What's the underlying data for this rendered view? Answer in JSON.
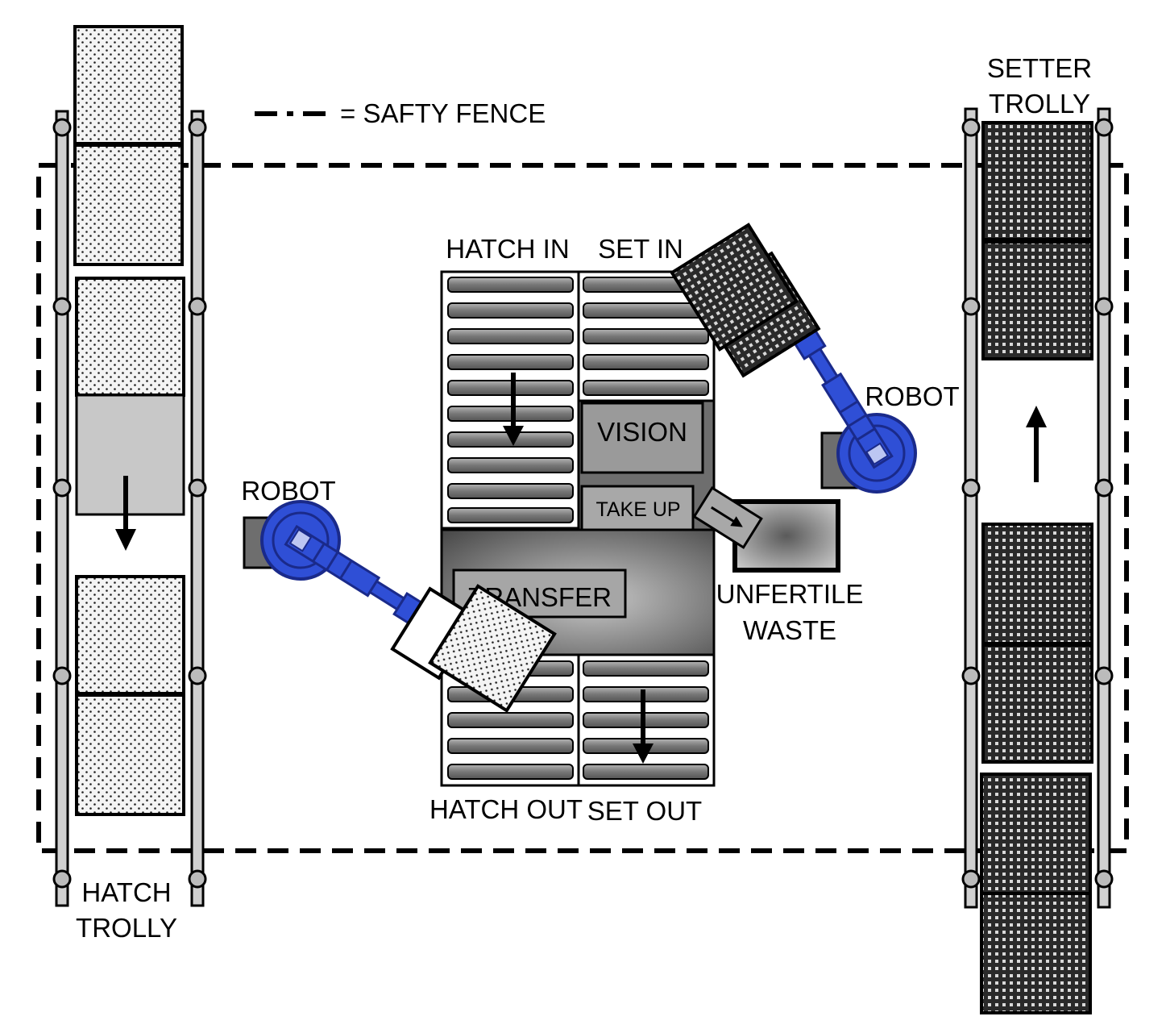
{
  "legend": {
    "text": "= SAFTY FENCE",
    "line_style": "dashed"
  },
  "labels": {
    "setter_trolly_line1": "SETTER",
    "setter_trolly_line2": "TROLLY",
    "hatch_trolly_line1": "HATCH",
    "hatch_trolly_line2": "TROLLY",
    "hatch_in": "HATCH IN",
    "set_in": "SET IN",
    "vision": "VISION",
    "take_up": "TAKE UP",
    "transfer": "TRANSFER",
    "unfertile_line1": "UNFERTILE",
    "unfertile_line2": "WASTE",
    "robot_left": "ROBOT",
    "robot_right": "ROBOT",
    "hatch_out": "HATCH OUT",
    "set_out": "SET OUT"
  },
  "colors": {
    "robot": "#2f4fd6",
    "robot_dark": "#1a2a8a",
    "conveyor": "#8c8c8c",
    "tray_light": "#f2f2f2",
    "tray_dark": "#3a3a3a",
    "transfer_dark": "#555555",
    "fence": "#000000"
  }
}
